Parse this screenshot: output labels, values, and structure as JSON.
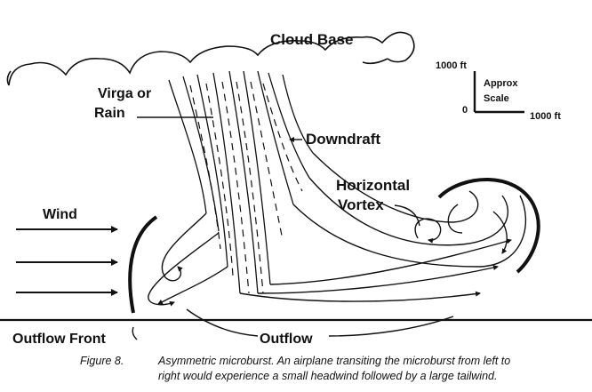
{
  "labels": {
    "cloud_base": "Cloud Base",
    "virga_line1": "Virga or",
    "virga_line2": "Rain",
    "downdraft": "Downdraft",
    "horizontal_vortex_line1": "Horizontal",
    "horizontal_vortex_line2": "Vortex",
    "wind": "Wind",
    "outflow_front": "Outflow Front",
    "outflow": "Outflow"
  },
  "scale": {
    "vertical_label": "1000 ft",
    "horizontal_label": "1000 ft",
    "origin_label": "0",
    "approx": "Approx",
    "scale_word": "Scale"
  },
  "caption": {
    "figure_number": "Figure 8.",
    "line1": "Asymmetric microburst. An airplane transiting the microburst from left to",
    "line2": "right would experience a small headwind followed by a large tailwind."
  }
}
